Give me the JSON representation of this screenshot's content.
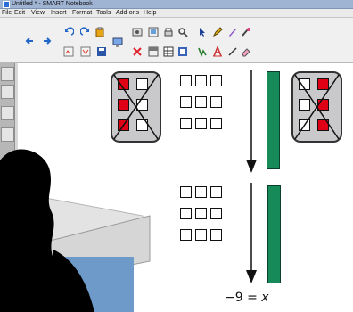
{
  "window": {
    "title": "Untitled * - SMART Notebook"
  },
  "menu": {
    "items": [
      "File",
      "Edit",
      "View",
      "Insert",
      "Format",
      "Tools",
      "Add-ons",
      "Help"
    ]
  },
  "toolbar": {
    "buttons": [
      "back-icon",
      "forward-icon",
      "undo-icon",
      "redo-icon",
      "paste-icon",
      "screen-icon",
      "delete-icon",
      "table-icon",
      "fullscreen-icon",
      "select-icon",
      "pen-icon",
      "eraser-icon",
      "line-icon",
      "text-icon",
      "shapes-icon"
    ]
  },
  "sidebar": {
    "tabs": [
      "page-sorter-icon",
      "gallery-icon",
      "attachments-icon",
      "properties-icon"
    ]
  },
  "equation": {
    "left": "−9",
    "equals": "=",
    "variable": "x"
  },
  "colors": {
    "red_tile": "#e00016",
    "green_bar": "#178a5a",
    "group_fill": "#c9c9cc"
  }
}
